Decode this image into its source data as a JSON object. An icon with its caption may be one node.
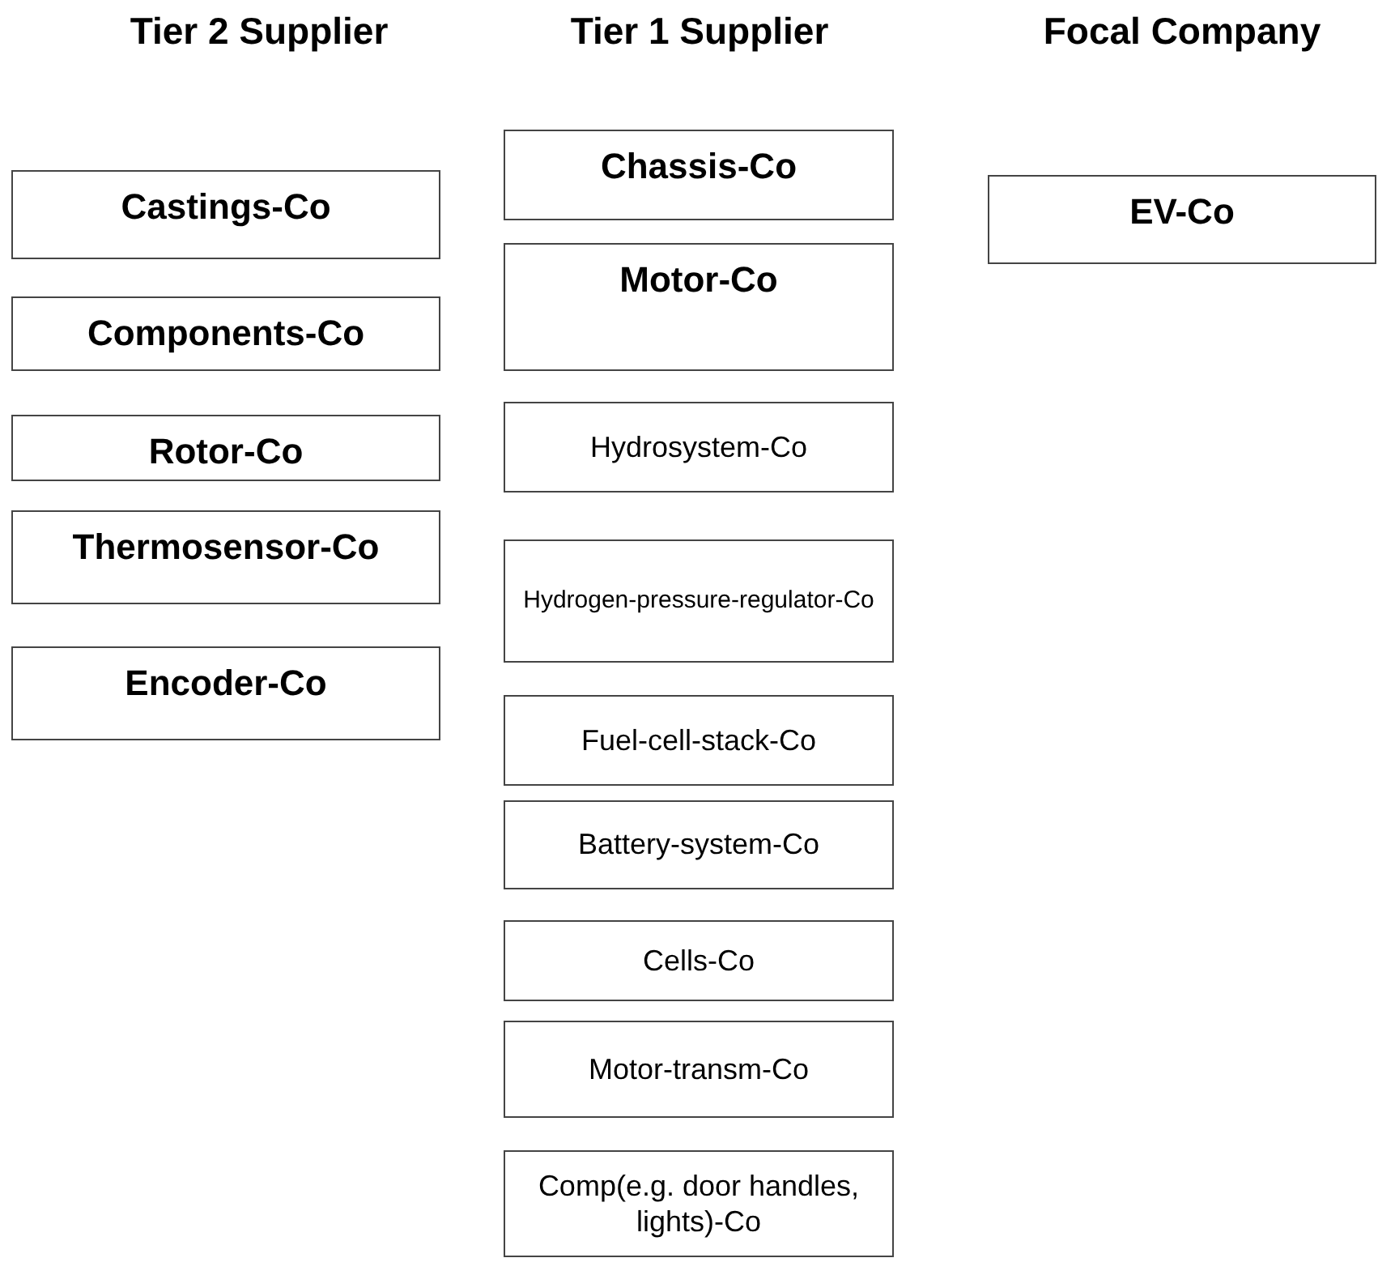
{
  "diagram": {
    "nodes": [
      {
        "text": [
          "Castings-Co"
        ]
      },
      {
        "text": [
          "Components-Co"
        ]
      },
      {
        "text": [
          "Rotor-Co"
        ]
      },
      {
        "text": [
          "Thermosensor-Co"
        ]
      },
      {
        "text": [
          "Encoder-Co"
        ]
      },
      {
        "text": [
          "Chassis-Co"
        ]
      },
      {
        "text": [
          "Motor-Co"
        ]
      },
      {
        "text": [
          "Hydrosystem-Co"
        ]
      },
      {
        "text": [
          "Hydrogen-pressure-regulator-Co"
        ]
      },
      {
        "text": [
          "Fuel-cell-stack-Co"
        ]
      },
      {
        "text": [
          "Battery-system-Co"
        ]
      },
      {
        "text": [
          "Cells-Co"
        ]
      },
      {
        "text": [
          "Motor-transm-Co"
        ]
      },
      {
        "text": [
          "Comp(e.g. door handles, lights)-Co"
        ]
      },
      {
        "text": [
          "EV-Co"
        ]
      }
    ],
    "labels": [
      "Tier 2 Supplier",
      "Tier 1 Supplier",
      "Focal Company"
    ]
  }
}
